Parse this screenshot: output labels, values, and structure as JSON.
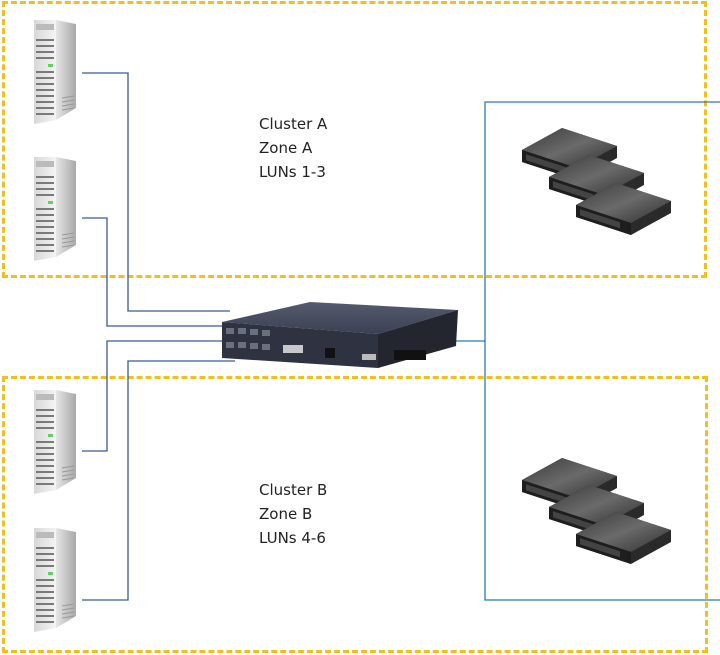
{
  "zones": [
    {
      "id": "a",
      "lines": [
        "Cluster A",
        "Zone A",
        "LUNs 1-3"
      ]
    },
    {
      "id": "b",
      "lines": [
        "Cluster B",
        "Zone B",
        "LUNs 4-6"
      ]
    }
  ],
  "colors": {
    "zone_border": "#f0c020",
    "link": "#3a5a8c",
    "storage_link": "#2a7ab0"
  },
  "nodes": {
    "servers_zone_a": 2,
    "servers_zone_b": 2,
    "switch": "fibre-channel-switch",
    "storage_groups": 2
  }
}
